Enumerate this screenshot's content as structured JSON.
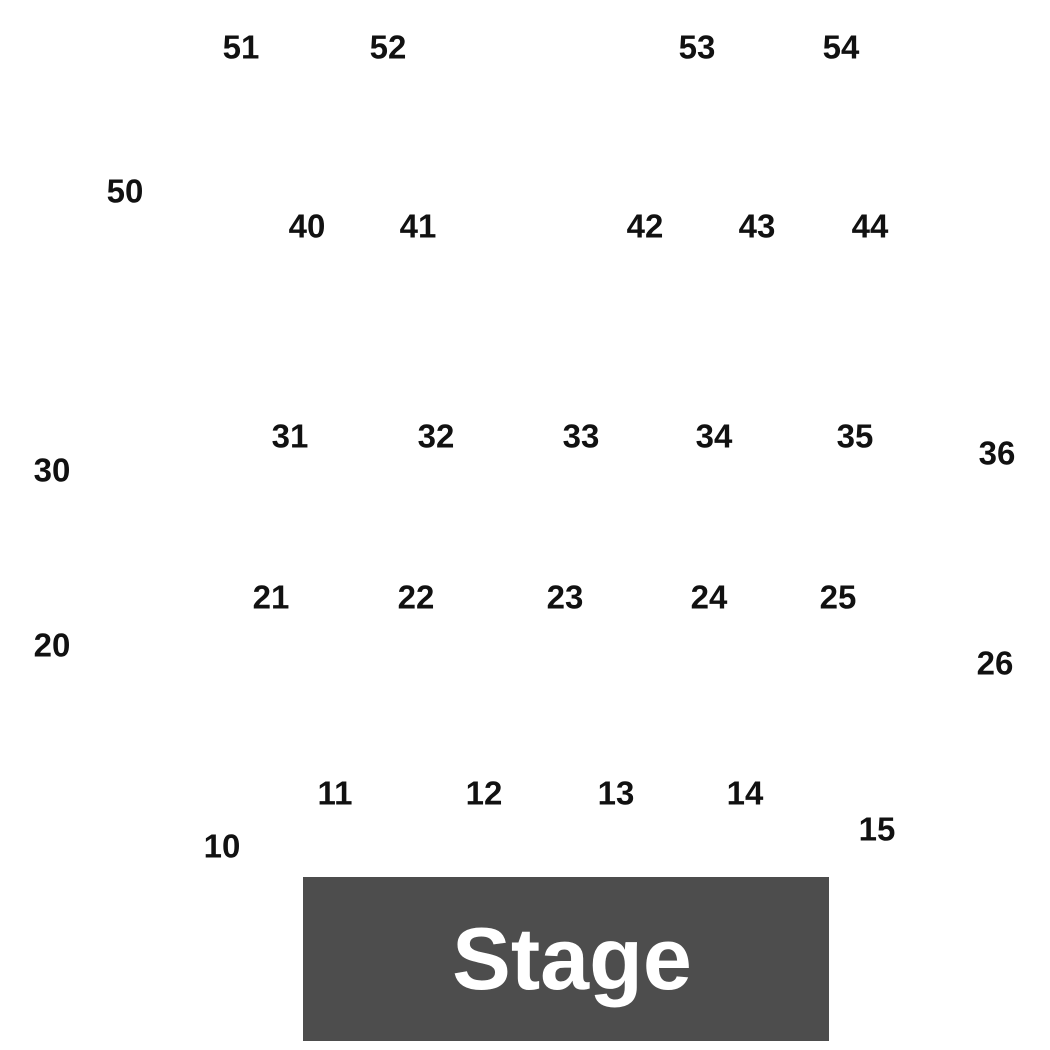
{
  "sections": {
    "s10": "10",
    "s11": "11",
    "s12": "12",
    "s13": "13",
    "s14": "14",
    "s15": "15",
    "s20": "20",
    "s21": "21",
    "s22": "22",
    "s23": "23",
    "s24": "24",
    "s25": "25",
    "s26": "26",
    "s30": "30",
    "s31": "31",
    "s32": "32",
    "s33": "33",
    "s34": "34",
    "s35": "35",
    "s36": "36",
    "s40": "40",
    "s41": "41",
    "s42": "42",
    "s43": "43",
    "s44": "44",
    "s50": "50",
    "s51": "51",
    "s52": "52",
    "s53": "53",
    "s54": "54"
  },
  "stage": {
    "label": "Stage"
  },
  "colors": {
    "stage_fill": "#4d4d4d",
    "stage_text": "#ffffff",
    "label_text": "#111111",
    "background": "#ffffff"
  }
}
